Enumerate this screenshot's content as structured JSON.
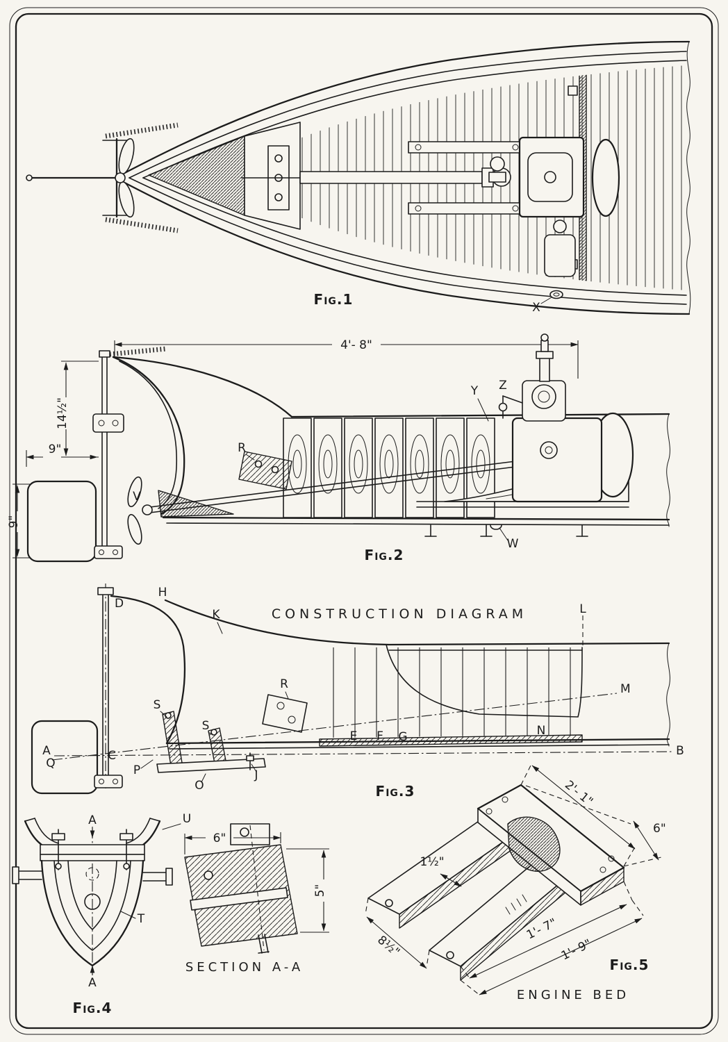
{
  "page": {
    "paper": "#f7f5ef",
    "ink": "#1c1c1c"
  },
  "fig1": {
    "caption": "Fig.1",
    "label_x": "X"
  },
  "fig2": {
    "caption": "Fig.2",
    "dim_width": "4'- 8\"",
    "dim_height": "14½\"",
    "dim_nine_h": "9\"",
    "dim_nine_v": "9\"",
    "labels": {
      "r": "R",
      "v": "V",
      "y": "Y",
      "z": "Z",
      "w": "W"
    }
  },
  "fig3": {
    "title": "CONSTRUCTION DIAGRAM",
    "caption": "Fig.3",
    "labels": {
      "a": "A",
      "b": "B",
      "c": "C",
      "d": "D",
      "e": "E",
      "f": "F",
      "g": "G",
      "h": "H",
      "j": "J",
      "k": "K",
      "l": "L",
      "m": "M",
      "n": "N",
      "o": "O",
      "p": "P",
      "q": "Q",
      "r": "R",
      "s1": "S",
      "s2": "S"
    }
  },
  "fig4": {
    "caption": "Fig.4",
    "labels": {
      "a_top": "A",
      "a_bottom": "A",
      "u": "U",
      "t": "T"
    }
  },
  "section_aa": {
    "caption": "SECTION  A-A",
    "dim_width": "6\"",
    "dim_height": "5\""
  },
  "fig5": {
    "caption": "Fig.5",
    "title": "ENGINE BED",
    "dims": {
      "top": "2'- 1\"",
      "end": "6\"",
      "rail": "1½\"",
      "spread": "8½\"",
      "inner": "1'- 7\"",
      "outer": "1'- 9\""
    }
  }
}
